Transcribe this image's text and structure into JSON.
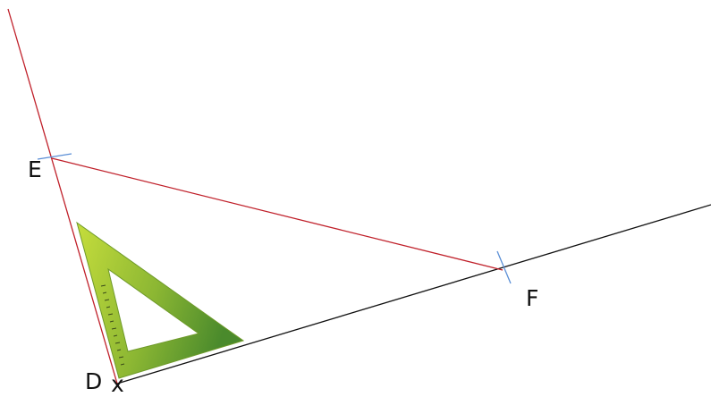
{
  "points": {
    "D": {
      "label": "D",
      "marker": "x"
    },
    "E": {
      "label": "E"
    },
    "F": {
      "label": "F"
    }
  },
  "colors": {
    "red_line": "#c0202a",
    "black_line": "#111111",
    "arc_mark": "#5b8fd6",
    "set_square_light": "#b6d23a",
    "set_square_dark": "#4f8f2a",
    "tick_marks": "#3a4a1a"
  },
  "icons": {
    "set_square": "set-square-icon"
  }
}
